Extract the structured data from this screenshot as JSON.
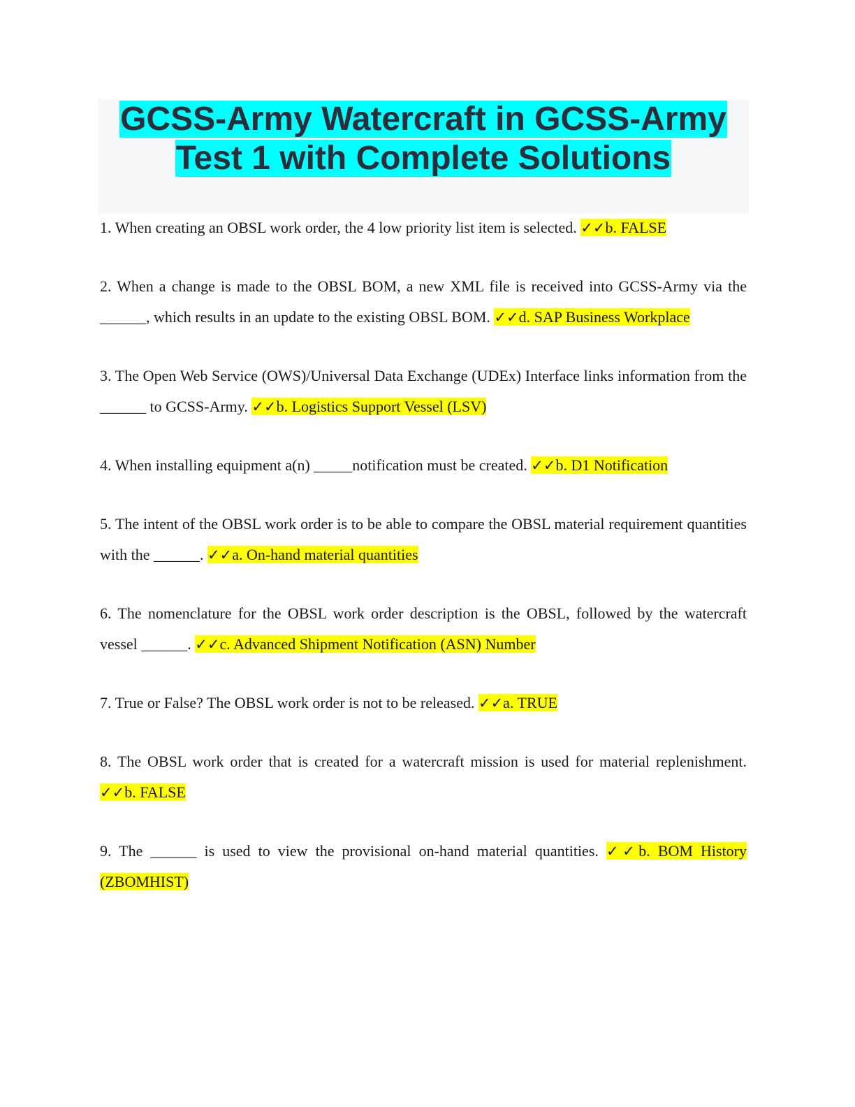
{
  "document": {
    "title_line1": "GCSS-Army Watercraft in GCSS-Army",
    "title_line2": "Test 1 with Complete Solutions",
    "check_mark": "✓✓",
    "questions": [
      {
        "text": "1. When creating an OBSL work order, the 4 low priority list item is selected. ",
        "answer": "b. FALSE"
      },
      {
        "text": "2. When a change is made to the OBSL BOM, a new XML file is received into GCSS-Army via the ______, which results in an update to the existing OBSL BOM. ",
        "answer": "d. SAP Business Workplace"
      },
      {
        "text": "3. The Open Web Service (OWS)/Universal Data Exchange (UDEx) Interface links information from the ______ to GCSS-Army. ",
        "answer": "b. Logistics Support Vessel (LSV)"
      },
      {
        "text": "4. When installing equipment a(n) _____notification must be created. ",
        "answer": "b. D1 Notification"
      },
      {
        "text": "5. The intent of the OBSL work order is to be able to compare the OBSL material requirement quantities with the ______. ",
        "answer": "a. On-hand material quantities"
      },
      {
        "text": "6. The nomenclature for the OBSL work order description is the OBSL, followed by the watercraft vessel ______. ",
        "answer": "c. Advanced Shipment Notification (ASN) Number"
      },
      {
        "text": "7. True or False? The OBSL work order is not to be released. ",
        "answer": "a. TRUE"
      },
      {
        "text": "8. The OBSL work order that is created for a watercraft mission is used for material replenishment. ",
        "answer": "b. FALSE"
      },
      {
        "text": "9. The ______ is used to view the provisional on-hand material quantities. ",
        "answer": "b. BOM History (ZBOMHIST)"
      }
    ]
  }
}
